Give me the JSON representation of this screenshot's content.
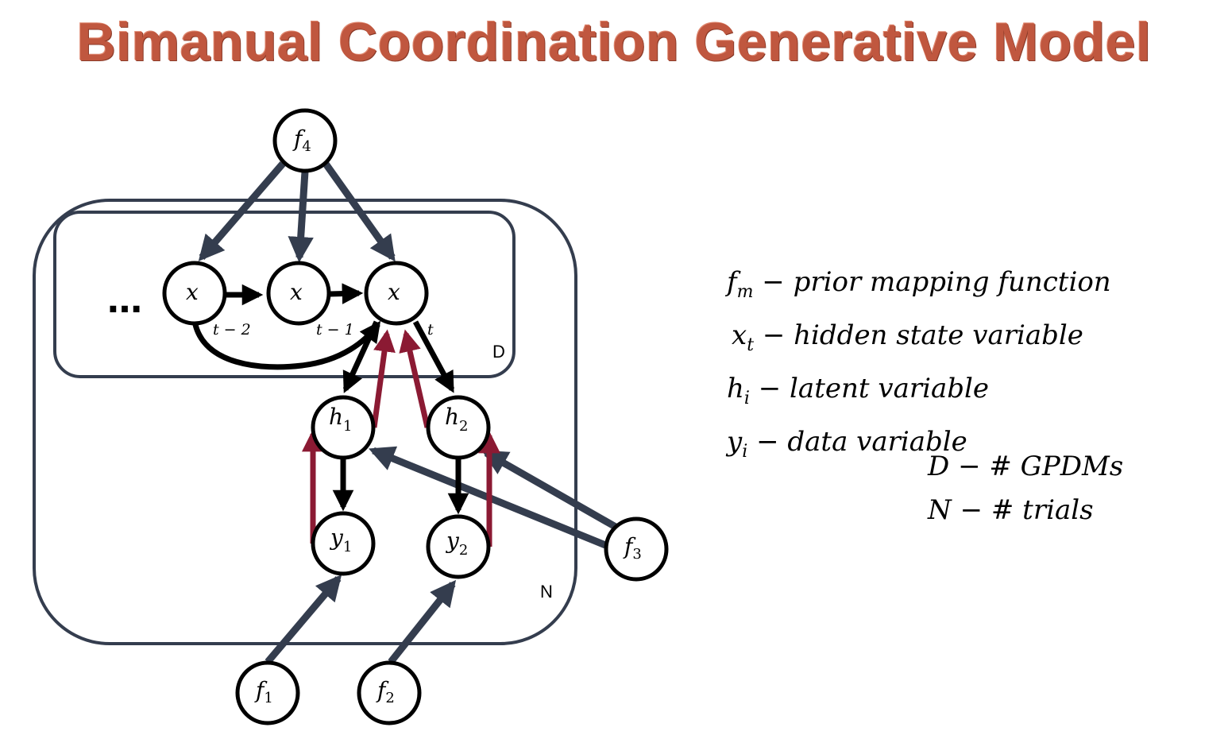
{
  "title": "Bimanual Coordination Generative Model",
  "colors": {
    "title": "#c0573f",
    "plate": "#343d4e",
    "prior_arrow": "#343d4e",
    "generative_arrow": "#000000",
    "inference_arrow": "#8b1a33"
  },
  "diagram": {
    "ellipsis": "…",
    "nodes": {
      "f4": {
        "base": "f",
        "sub": "4"
      },
      "x_t2": {
        "base": "x",
        "time": "t − 2"
      },
      "x_t1": {
        "base": "x",
        "time": "t − 1"
      },
      "x_t": {
        "base": "x",
        "time": "t"
      },
      "h1": {
        "base": "h",
        "sub": "1"
      },
      "h2": {
        "base": "h",
        "sub": "2"
      },
      "y1": {
        "base": "y",
        "sub": "1"
      },
      "y2": {
        "base": "y",
        "sub": "2"
      },
      "f1": {
        "base": "f",
        "sub": "1"
      },
      "f2": {
        "base": "f",
        "sub": "2"
      },
      "f3": {
        "base": "f",
        "sub": "3"
      }
    },
    "plates": {
      "inner": "D",
      "outer": "N"
    },
    "edges": [
      {
        "from": "f4",
        "to": "x_t2",
        "type": "prior"
      },
      {
        "from": "f4",
        "to": "x_t1",
        "type": "prior"
      },
      {
        "from": "f4",
        "to": "x_t",
        "type": "prior"
      },
      {
        "from": "x_t2",
        "to": "x_t1",
        "type": "generative"
      },
      {
        "from": "x_t1",
        "to": "x_t",
        "type": "generative"
      },
      {
        "from": "x_t2",
        "to": "x_t",
        "type": "generative"
      },
      {
        "from": "x_t",
        "to": "h1",
        "type": "generative"
      },
      {
        "from": "x_t",
        "to": "h2",
        "type": "generative"
      },
      {
        "from": "h1",
        "to": "y1",
        "type": "generative"
      },
      {
        "from": "h2",
        "to": "y2",
        "type": "generative"
      },
      {
        "from": "h1",
        "to": "x_t",
        "type": "inference"
      },
      {
        "from": "h2",
        "to": "x_t",
        "type": "inference"
      },
      {
        "from": "y1",
        "to": "h1",
        "type": "inference"
      },
      {
        "from": "y2",
        "to": "h2",
        "type": "inference"
      },
      {
        "from": "f1",
        "to": "y1",
        "type": "prior"
      },
      {
        "from": "f2",
        "to": "y2",
        "type": "prior"
      },
      {
        "from": "f3",
        "to": "h1",
        "type": "prior"
      },
      {
        "from": "f3",
        "to": "h2",
        "type": "prior"
      }
    ]
  },
  "legend": [
    {
      "sym": "f",
      "sub": "m",
      "text": "− prior mapping function"
    },
    {
      "sym": "x",
      "sub": "t",
      "text": "− hidden state variable"
    },
    {
      "sym": "h",
      "sub": "i",
      "text": "− latent variable"
    },
    {
      "sym": "y",
      "sub": "i",
      "text": "− data variable"
    }
  ],
  "notes": [
    {
      "sym": "D",
      "text": "− # GPDMs"
    },
    {
      "sym": "N",
      "text": "− # trials"
    }
  ]
}
